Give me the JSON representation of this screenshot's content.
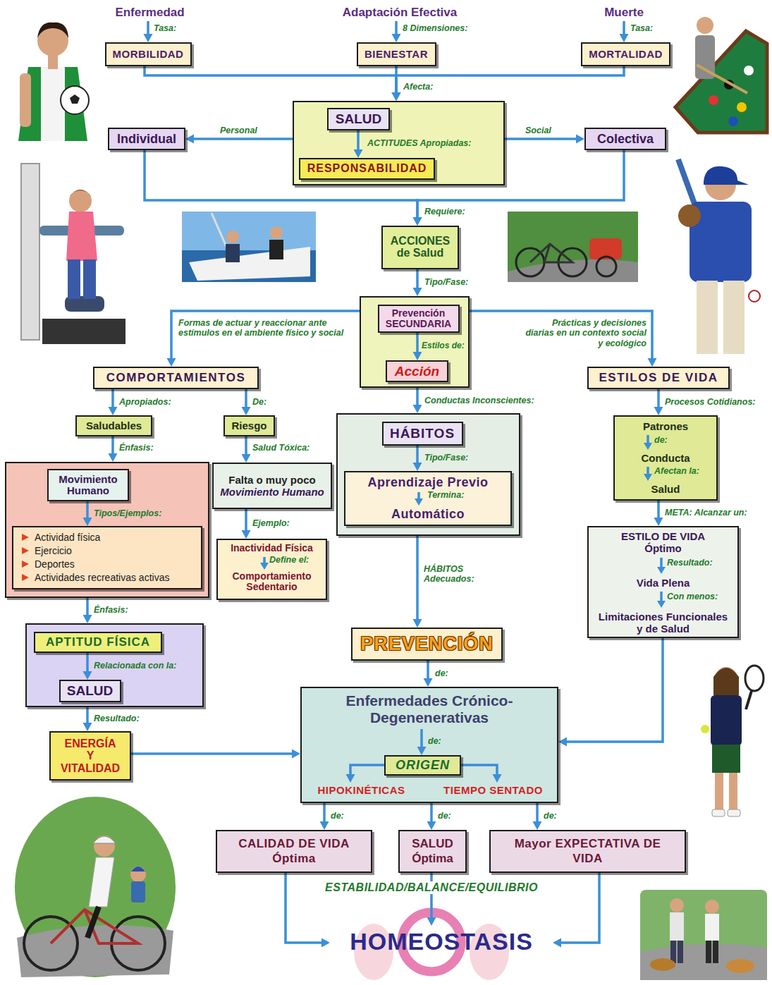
{
  "diagram": {
    "nodes": [
      {
        "text": [
          "Enfermedad"
        ]
      },
      {
        "text": [
          "Adaptación Efectiva"
        ]
      },
      {
        "text": [
          "Muerte"
        ]
      },
      {
        "text": [
          "MORBILIDAD"
        ]
      },
      {
        "text": [
          "BIENESTAR"
        ]
      },
      {
        "text": [
          "MORTALIDAD"
        ]
      },
      {
        "text": []
      },
      {
        "text": [
          "SALUD"
        ],
        "in": 6
      },
      {
        "text": [
          "RESPONSABILIDAD"
        ],
        "in": 6
      },
      {
        "text": [
          "Individual"
        ]
      },
      {
        "text": [
          "Colectiva"
        ]
      },
      {
        "text": [
          "ACCIONES de Salud"
        ]
      },
      {
        "text": []
      },
      {
        "text": [
          "Prevención SECUNDARIA"
        ],
        "in": 12
      },
      {
        "text": [
          "Acción"
        ],
        "in": 12
      },
      {
        "text": [
          "COMPORTAMIENTOS"
        ]
      },
      {
        "text": [
          "ESTILOS DE VIDA"
        ]
      },
      {
        "text": [
          "Saludables"
        ]
      },
      {
        "text": [
          "Riesgo"
        ]
      },
      {
        "text": []
      },
      {
        "text": [
          "HÁBITOS"
        ],
        "in": 19
      },
      {
        "text": [
          "Aprendizaje Previo",
          "Automático"
        ],
        "in": 19
      },
      {
        "text": []
      },
      {
        "text": [
          "Movimiento Humano"
        ],
        "in": 22
      },
      {
        "text": [
          "Actividad física",
          "Ejercicio",
          "Deportes",
          "Actividades recreativas activas"
        ],
        "in": 22
      },
      {
        "text": [
          "Falta o muy poco",
          "Movimiento Humano"
        ]
      },
      {
        "text": [
          "Inactividad Física",
          "Comportamiento Sedentario"
        ]
      },
      {
        "text": [
          "Patrones",
          "Conducta",
          "Salud"
        ]
      },
      {
        "text": [
          "ESTILO DE VIDA Óptimo",
          "Vida Plena",
          "Limitaciones Funcionales y de Salud"
        ]
      },
      {
        "text": []
      },
      {
        "text": [
          "APTITUD FÍSICA"
        ],
        "in": 29
      },
      {
        "text": [
          "SALUD"
        ],
        "in": 29
      },
      {
        "text": [
          "ENERGÍA Y VITALIDAD"
        ]
      },
      {
        "text": [
          "PREVENCIÓN"
        ]
      },
      {
        "text": [
          "Enfermedades Crónico-Degenenerativas"
        ]
      },
      {
        "text": [
          "ORIGEN"
        ],
        "in": 34
      },
      {
        "text": [
          "HIPOKINÉTICAS"
        ],
        "in": 34
      },
      {
        "text": [
          "TIEMPO SENTADO"
        ],
        "in": 34
      },
      {
        "text": [
          "CALIDAD DE VIDA Óptima"
        ]
      },
      {
        "text": [
          "SALUD Óptima"
        ]
      },
      {
        "text": [
          "Mayor EXPECTATIVA DE VIDA"
        ]
      },
      {
        "text": [
          "HOMEOSTASIS"
        ]
      }
    ],
    "edges": [
      {
        "from": 0,
        "to": 3,
        "label": "Tasa:",
        "arrow": "to"
      },
      {
        "from": 1,
        "to": 4,
        "label": "8 Dimensiones:",
        "arrow": "to"
      },
      {
        "from": 2,
        "to": 5,
        "label": "Tasa:",
        "arrow": "to"
      },
      {
        "from": 3,
        "to": 6,
        "arrow": "to"
      },
      {
        "from": 4,
        "to": 6,
        "label": "Afecta:",
        "arrow": "to"
      },
      {
        "from": 5,
        "to": 6,
        "arrow": "to"
      },
      {
        "from": 7,
        "to": 8,
        "label": "ACTITUDES Apropiadas:",
        "arrow": "to"
      },
      {
        "from": 6,
        "to": 9,
        "label": "Personal",
        "arrow": "to"
      },
      {
        "from": 6,
        "to": 10,
        "label": "Social",
        "arrow": "to"
      },
      {
        "from": 9,
        "to": 11,
        "arrow": "to"
      },
      {
        "from": 10,
        "to": 11,
        "label": "Requiere:",
        "arrow": "to"
      },
      {
        "from": 11,
        "to": 12,
        "label": "Tipo/Fase:",
        "arrow": "to"
      },
      {
        "from": 13,
        "to": 14,
        "label": "Estilos de:",
        "arrow": "to"
      },
      {
        "from": 12,
        "to": 15,
        "label": "Formas de actuar y reaccionar ante estímulos en el ambiente físico y social",
        "arrow": "to"
      },
      {
        "from": 12,
        "to": 16,
        "label": "Prácticas y decisiones diarias en un contexto social y ecológico",
        "arrow": "to"
      },
      {
        "from": 12,
        "to": 19,
        "label": "Conductas Inconscientes:",
        "arrow": "to"
      },
      {
        "from": 15,
        "to": 17,
        "label": "Apropiados:",
        "arrow": "to"
      },
      {
        "from": 15,
        "to": 18,
        "label": "De:",
        "arrow": "to"
      },
      {
        "from": 16,
        "to": 27,
        "label": "Procesos Cotidianos:",
        "arrow": "to"
      },
      {
        "from": 20,
        "to": 21,
        "label": "Tipo/Fase:",
        "arrow": "to"
      },
      {
        "from": 17,
        "to": 22,
        "label": "Énfasis:",
        "arrow": "to"
      },
      {
        "from": 18,
        "to": 25,
        "label": "Salud Tóxica:",
        "arrow": "to"
      },
      {
        "from": 23,
        "to": 24,
        "label": "Tipos/Ejemplos:",
        "arrow": "to"
      },
      {
        "from": 25,
        "to": 26,
        "label": "Ejemplo:",
        "arrow": "to"
      },
      {
        "from": 27,
        "to": 28,
        "label": "META: Alcanzar un:",
        "arrow": "to"
      },
      {
        "from": 19,
        "to": 33,
        "label": "HÁBITOS Adecuados:",
        "arrow": "to"
      },
      {
        "from": 22,
        "to": 29,
        "label": "Énfasis:",
        "arrow": "to"
      },
      {
        "from": 30,
        "to": 31,
        "label": "Relacionada con la:",
        "arrow": "to"
      },
      {
        "from": 29,
        "to": 32,
        "label": "Resultado:",
        "arrow": "to"
      },
      {
        "from": 33,
        "to": 34,
        "label": "de:",
        "arrow": "to"
      },
      {
        "from": 32,
        "to": 34,
        "arrow": "to"
      },
      {
        "from": 28,
        "to": 34,
        "arrow": "to"
      },
      {
        "from": 34,
        "to": 35,
        "label": "de:",
        "arrow": "to"
      },
      {
        "from": 35,
        "to": 36,
        "arrow": "to"
      },
      {
        "from": 35,
        "to": 37,
        "arrow": "to"
      },
      {
        "from": 34,
        "to": 38,
        "label": "de:",
        "arrow": "to"
      },
      {
        "from": 34,
        "to": 39,
        "label": "de:",
        "arrow": "to"
      },
      {
        "from": 34,
        "to": 40,
        "label": "de:",
        "arrow": "to"
      },
      {
        "from": 38,
        "to": 41,
        "arrow": "to"
      },
      {
        "from": 39,
        "to": 41,
        "arrow": "to"
      },
      {
        "from": 40,
        "to": 41,
        "arrow": "to"
      }
    ],
    "labels": [
      "Termina:",
      "de:",
      "Afectan la:",
      "Resultado:",
      "Con menos:",
      "Define el:",
      "ESTABILIDAD/BALANCE/EQUILIBRIO"
    ]
  }
}
